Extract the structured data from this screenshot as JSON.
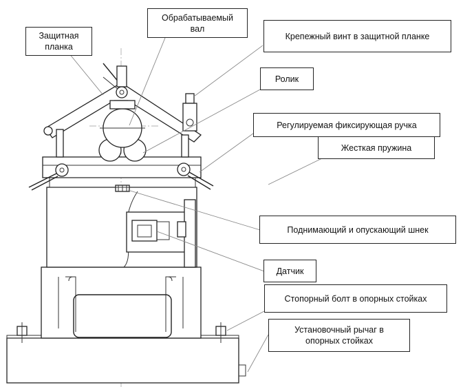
{
  "labels": {
    "shaft": "Обрабатываемый\nвал",
    "guard_plate": "Защитная\nпланка",
    "guard_screw": "Крепежный винт в защитной планке",
    "roller": "Ролик",
    "lock_handle": "Регулируемая фиксирующая ручка",
    "spring": "Жесткая пружина",
    "screw_jack": "Поднимающий и опускающий шнек",
    "sensor": "Датчик",
    "stop_bolt": "Стопорный болт в опорных стойках",
    "adjust_lever": "Установочный рычаг в\nопорных стойках"
  }
}
